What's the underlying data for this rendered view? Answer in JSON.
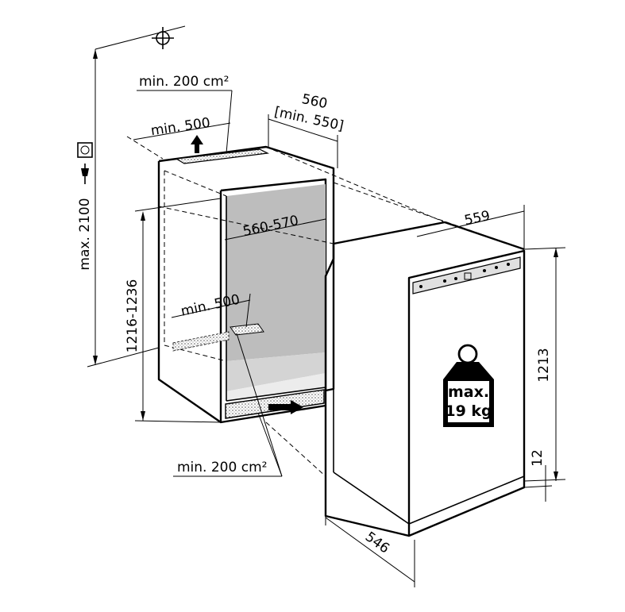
{
  "labels": {
    "top_vent_area": "min. 200 cm²",
    "top_vent_depth": "min. 500",
    "niche_depth": "560",
    "niche_depth_min": "[min. 550]",
    "niche_width": "560-570",
    "niche_height": "1216-1236",
    "max_height": "max. 2100",
    "floor_vent_depth": "min. 500",
    "bottom_vent_area": "min. 200 cm²",
    "appliance_width": "559",
    "appliance_height": "1213",
    "base_offset": "12",
    "appliance_depth": "546"
  },
  "weight_label": {
    "line1": "max.",
    "line2": "19 kg"
  },
  "icons": [
    "ground-symbol-icon",
    "socket-icon",
    "plug-icon",
    "weight-icon",
    "arrow-up-icon",
    "arrow-right-icon"
  ]
}
